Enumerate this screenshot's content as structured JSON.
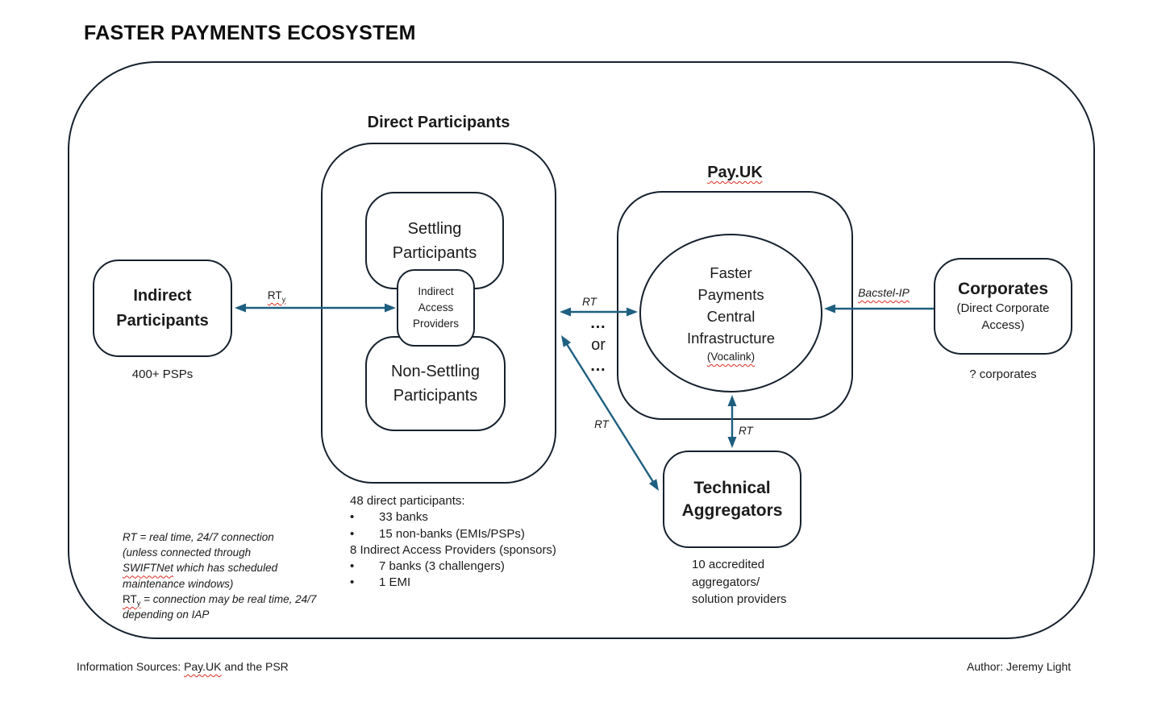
{
  "title": "FASTER PAYMENTS ECOSYSTEM",
  "direct_participants": {
    "heading": "Direct Participants",
    "settling_label": "Settling\nParticipants",
    "iap_label": "Indirect\nAccess\nProviders",
    "non_settling_label": "Non-Settling\nParticipants",
    "breakdown": {
      "lines": [
        {
          "bullet": "",
          "text": "48 direct participants:"
        },
        {
          "bullet": "•",
          "text": "33 banks"
        },
        {
          "bullet": "•",
          "text": "15 non-banks (EMIs/PSPs)"
        },
        {
          "bullet": "",
          "text": "8 Indirect Access Providers (sponsors)"
        },
        {
          "bullet": "•",
          "text": "7 banks (3 challengers)"
        },
        {
          "bullet": "•",
          "text": "1 EMI"
        }
      ]
    }
  },
  "indirect_participants": {
    "label": "Indirect\nParticipants",
    "caption": "400+ PSPs"
  },
  "payuk": {
    "heading": "Pay.UK",
    "circle_label": "Faster\nPayments\nCentral\nInfrastructure",
    "circle_sublabel": "(Vocalink)"
  },
  "corporates": {
    "label": "Corporates",
    "sublabel": "(Direct Corporate\nAccess)",
    "caption": "? corporates"
  },
  "technical_aggregators": {
    "label": "Technical\nAggregators",
    "caption": "10 accredited\naggregators/\nsolution providers"
  },
  "connections": {
    "rty": {
      "rt": "RT",
      "sub": "y"
    },
    "rt_direct_fps": "RT",
    "dots_top": "…",
    "or_label": "or",
    "dots_bottom": "…",
    "rt_diagonal": "RT",
    "rt_vertical": "RT",
    "bacstel_label": "Bacstel-IP"
  },
  "notes": {
    "line1": "RT = real time, 24/7 connection",
    "line2": "(unless connected through",
    "line3_word": "SWIFTNet",
    "line3_rest": " which has scheduled",
    "line4": "maintenance windows)",
    "line5_rt": "RT",
    "line5_sub": "y",
    "line5_rest": " = connection may be real time, 24/7",
    "line6": "depending on IAP"
  },
  "footer": {
    "sources_prefix": "Information Sources: ",
    "sources_link": "Pay.UK",
    "sources_suffix": " and the PSR",
    "author": "Author: Jeremy Light"
  },
  "colors": {
    "arrow": "#1e5f80",
    "line": "#16212e",
    "squiggle": "#e02a1e"
  }
}
